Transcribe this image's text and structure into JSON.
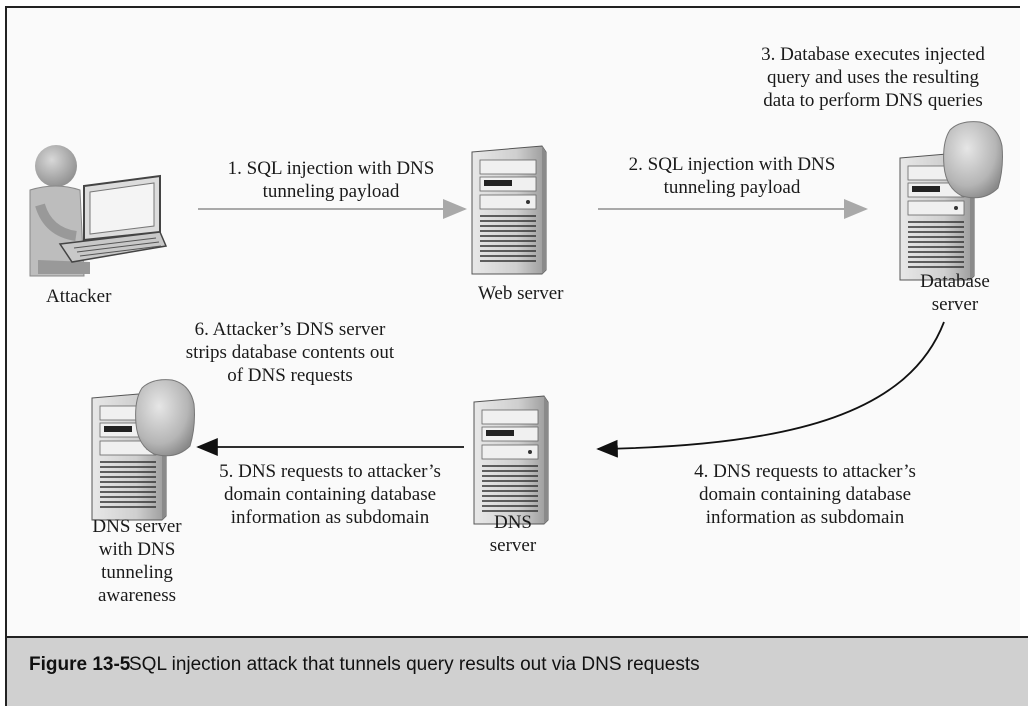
{
  "figure": {
    "label": "Figure 13-5",
    "caption": "SQL injection attack that tunnels query results out via DNS requests"
  },
  "nodes": {
    "attacker": "Attacker",
    "web_server": "Web server",
    "database_server": [
      "Database",
      "server"
    ],
    "dns_server": [
      "DNS",
      "server"
    ],
    "attacker_dns_server": [
      "DNS server",
      "with DNS",
      "tunneling",
      "awareness"
    ]
  },
  "steps": {
    "step1": [
      "1. SQL injection with DNS",
      "tunneling payload"
    ],
    "step2": [
      "2. SQL injection with DNS",
      "tunneling payload"
    ],
    "step3": [
      "3. Database executes injected",
      "query and uses the resulting",
      "data to perform DNS queries"
    ],
    "step4": [
      "4. DNS requests to attacker’s",
      "domain containing database",
      "information as subdomain"
    ],
    "step5": [
      "5. DNS requests to attacker’s",
      "domain containing database",
      "information as subdomain"
    ],
    "step6": [
      "6. Attacker’s DNS server",
      "strips database contents out",
      "of DNS requests"
    ]
  },
  "icons": {
    "attacker": "person-with-laptop-icon",
    "server": "server-tower-icon",
    "database": "database-disc-icon"
  }
}
